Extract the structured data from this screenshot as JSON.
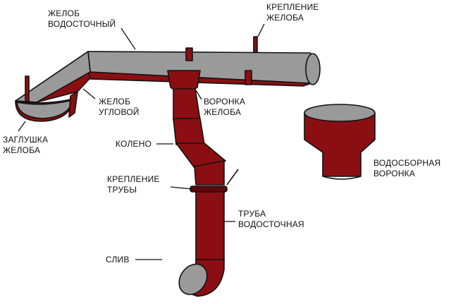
{
  "colors": {
    "metal": "#8b0f12",
    "metal_dark": "#5e0708",
    "gray": "#9a9a9a",
    "outline": "#111111",
    "background": "#ffffff"
  },
  "labels": {
    "gutter": [
      "ЖЕЛОБ",
      "ВОДОСТОЧНЫЙ"
    ],
    "gutter_bracket": [
      "КРЕПЛЕНИЕ",
      "ЖЕЛОБА"
    ],
    "corner_gutter": [
      "ЖЕЛОБ",
      "УГЛОВОЙ"
    ],
    "gutter_funnel": [
      "ВОРОНКА",
      "ЖЕЛОБА"
    ],
    "end_cap": [
      "ЗАГЛУШКА",
      "ЖЕЛОБА"
    ],
    "elbow": [
      "КОЛЕНО"
    ],
    "pipe_bracket": [
      "КРЕПЛЕНИЕ",
      "ТРУБЫ"
    ],
    "downpipe": [
      "ТРУБА",
      "ВОДОСТОЧНАЯ"
    ],
    "drain": [
      "СЛИВ"
    ],
    "collecting_funnel": [
      "ВОДОСБОРНАЯ",
      "ВОРОНКА"
    ]
  }
}
